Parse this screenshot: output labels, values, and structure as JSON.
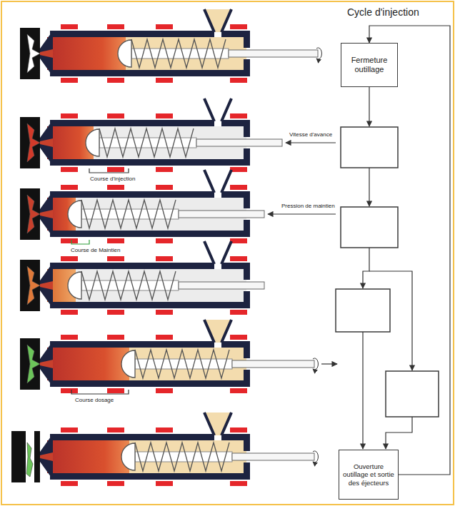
{
  "diagram": {
    "title": "Cycle d'injection",
    "nodes": [
      {
        "text": [
          "Fermeture outillage"
        ]
      },
      {
        "text": [
          "Ouverture outillage et sortie des éjecteurs"
        ]
      }
    ],
    "edges": [
      {
        "from": 1,
        "to": 0,
        "arrow": "to"
      }
    ],
    "labels": [
      "Vitesse d'avance",
      "Course d'injection",
      "Pression de maintien",
      "Course de Maintien",
      "Course dosage"
    ]
  }
}
